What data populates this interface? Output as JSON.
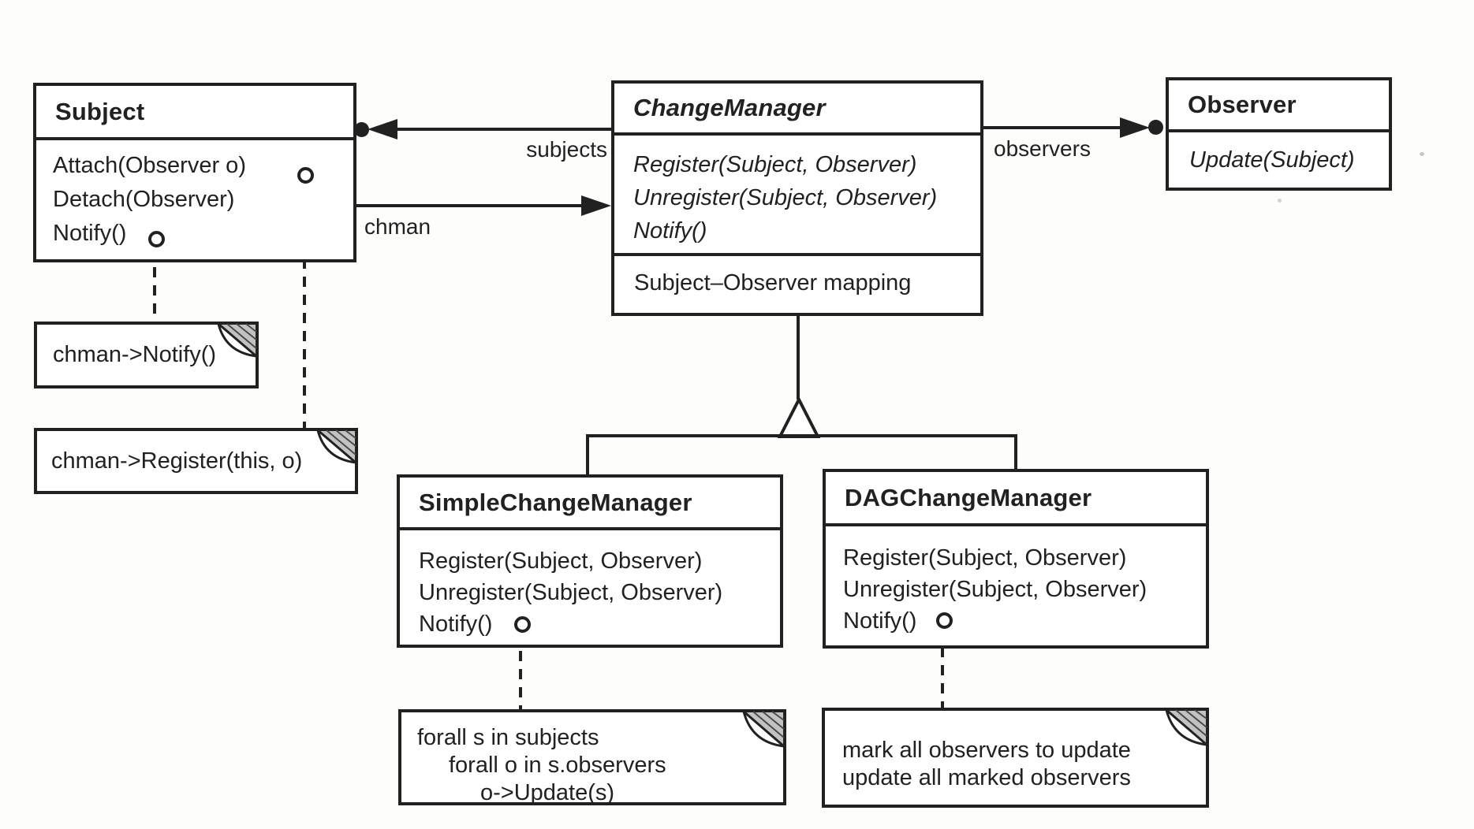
{
  "canvas": {
    "ink": "#212121",
    "paper": "#fdfdfc"
  },
  "classes": {
    "subject": {
      "name": "Subject",
      "methods": [
        "Attach(Observer o)",
        "Detach(Observer)",
        "Notify()"
      ]
    },
    "change_manager": {
      "name": "ChangeManager",
      "methods": [
        "Register(Subject, Observer)",
        "Unregister(Subject, Observer)",
        "Notify()"
      ],
      "attribute": "Subject–Observer mapping"
    },
    "observer": {
      "name": "Observer",
      "methods": [
        "Update(Subject)"
      ]
    },
    "simple_change_manager": {
      "name": "SimpleChangeManager",
      "methods": [
        "Register(Subject, Observer)",
        "Unregister(Subject, Observer)",
        "Notify()"
      ]
    },
    "dag_change_manager": {
      "name": "DAGChangeManager",
      "methods": [
        "Register(Subject, Observer)",
        "Unregister(Subject, Observer)",
        "Notify()"
      ]
    }
  },
  "associations": {
    "subjects_label": "subjects",
    "observers_label": "observers",
    "chman_label": "chman"
  },
  "notes": {
    "chman_notify": {
      "text": "chman->Notify()"
    },
    "chman_register": {
      "text": "chman->Register(this, o)"
    },
    "simple_notify": {
      "lines": [
        "forall s in subjects",
        "forall o in s.observers",
        "o->Update(s)"
      ]
    },
    "dag_notify": {
      "lines": [
        "mark all observers to update",
        "update all marked observers"
      ]
    }
  }
}
